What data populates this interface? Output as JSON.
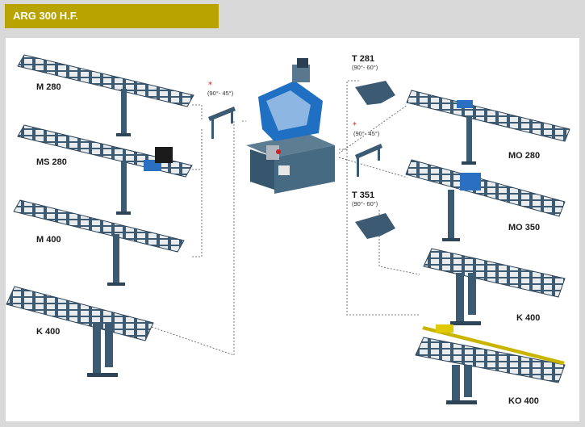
{
  "header": {
    "title": "ARG 300 H.F."
  },
  "left_items": [
    {
      "code": "M 280"
    },
    {
      "code": "MS 280"
    },
    {
      "code": "M 400"
    },
    {
      "code": "K 400"
    }
  ],
  "right_items": [
    {
      "code": "MO 280"
    },
    {
      "code": "MO 350"
    },
    {
      "code": "K 400"
    },
    {
      "code": "KO 400"
    }
  ],
  "accessories": [
    {
      "code": "T 281",
      "angle": "(90°- 60°)"
    },
    {
      "code": "T 351",
      "angle": "(90°- 60°)"
    }
  ],
  "optional_notes": [
    {
      "mark": "*",
      "angle": "(90°- 45°)"
    },
    {
      "mark": "*",
      "angle": "(90°- 45°)"
    }
  ],
  "colors": {
    "title_bar": "#b9a300",
    "frame_steel": "#3d5a73",
    "roller": "#e8ecef",
    "machine_blue": "#1f6fc2",
    "accent_star": "#d11f1f"
  }
}
